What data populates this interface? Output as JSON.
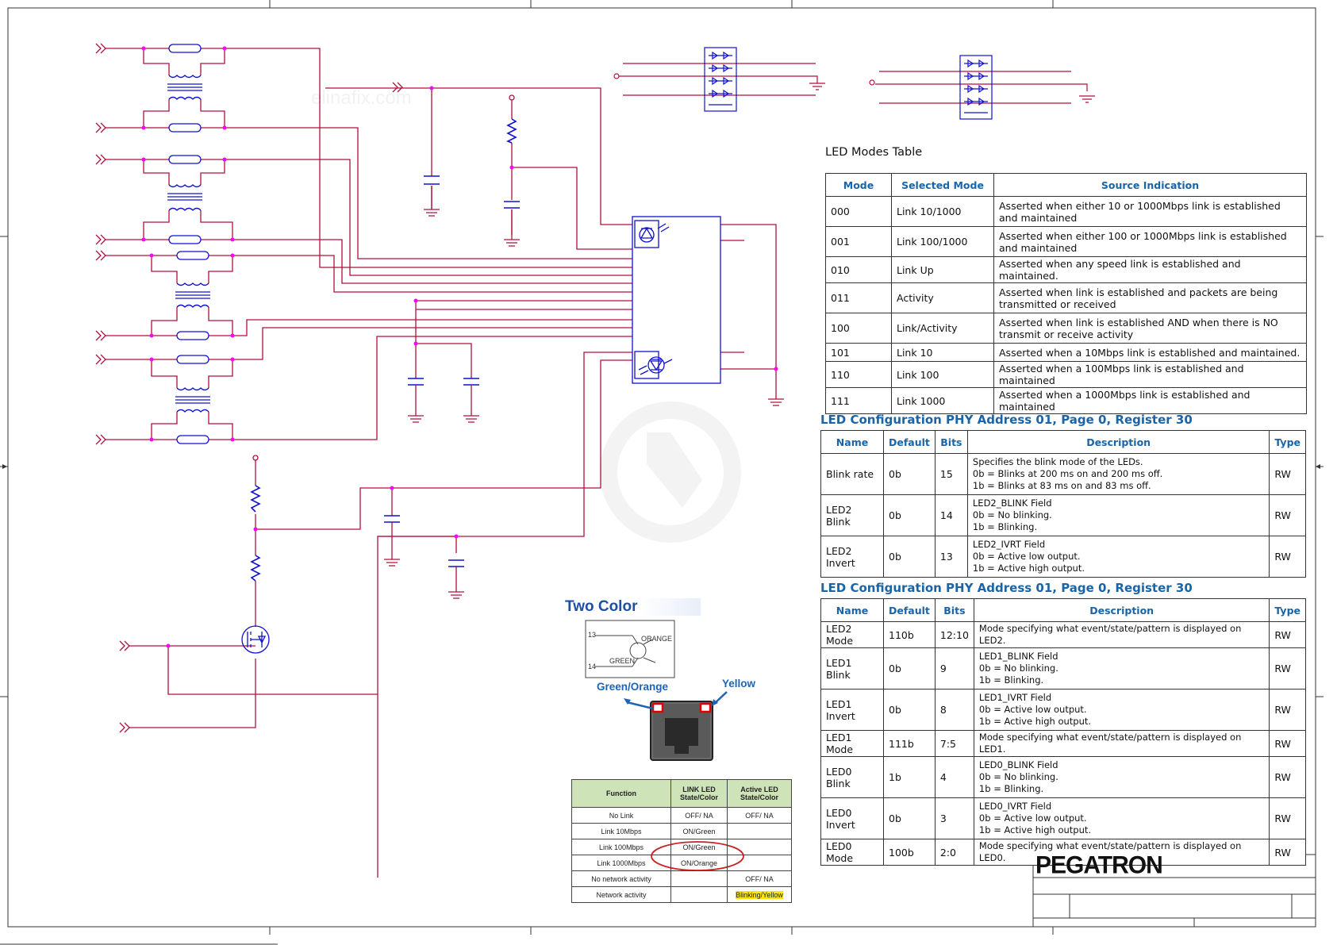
{
  "watermark": "elinafix.com",
  "led_modes": {
    "caption": "LED Modes Table",
    "headers": [
      "Mode",
      "Selected Mode",
      "Source Indication"
    ],
    "rows": [
      [
        "000",
        "Link 10/1000",
        "Asserted when either 10 or 1000Mbps link is established and maintained"
      ],
      [
        "001",
        "Link 100/1000",
        "Asserted when either 100 or 1000Mbps link is established and maintained"
      ],
      [
        "010",
        "Link Up",
        "Asserted when any speed link is established and maintained."
      ],
      [
        "011",
        "Activity",
        "Asserted when link is established and packets are being transmitted or received"
      ],
      [
        "100",
        "Link/Activity",
        "Asserted when link is established AND when there is NO transmit or receive activity"
      ],
      [
        "101",
        "Link 10",
        "Asserted when a 10Mbps link is established and maintained."
      ],
      [
        "110",
        "Link 100",
        "Asserted when a 100Mbps link is established and maintained"
      ],
      [
        "111",
        "Link 1000",
        "Asserted when a 1000Mbps link is established and maintained"
      ]
    ]
  },
  "config1": {
    "caption": "LED Configuration PHY Address 01, Page 0, Register 30",
    "headers": [
      "Name",
      "Default",
      "Bits",
      "Description",
      "Type"
    ],
    "rows": [
      [
        "Blink rate",
        "0b",
        "15",
        "Specifies the blink mode of the LEDs.\n0b = Blinks at 200 ms on and 200 ms off.\n1b = Blinks at 83 ms on and 83 ms off.",
        "RW"
      ],
      [
        "LED2 Blink",
        "0b",
        "14",
        "LED2_BLINK Field\n0b = No blinking.\n1b = Blinking.",
        "RW"
      ],
      [
        "LED2 Invert",
        "0b",
        "13",
        "LED2_IVRT Field\n0b = Active low output.\n1b = Active high output.",
        "RW"
      ]
    ]
  },
  "config2": {
    "caption": "LED Configuration PHY Address 01, Page 0, Register 30",
    "headers": [
      "Name",
      "Default",
      "Bits",
      "Description",
      "Type"
    ],
    "rows": [
      [
        "LED2 Mode",
        "110b",
        "12:10",
        "Mode specifying what event/state/pattern is displayed on LED2.",
        "RW"
      ],
      [
        "LED1 Blink",
        "0b",
        "9",
        "LED1_BLINK Field\n0b = No blinking.\n1b = Blinking.",
        "RW"
      ],
      [
        "LED1 Invert",
        "0b",
        "8",
        "LED1_IVRT Field\n0b = Active low output.\n1b = Active high output.",
        "RW"
      ],
      [
        "LED1 Mode",
        "111b",
        "7:5",
        "Mode specifying what event/state/pattern is displayed on LED1.",
        "RW"
      ],
      [
        "LED0 Blink",
        "1b",
        "4",
        "LED0_BLINK Field\n0b = No blinking.\n1b = Blinking.",
        "RW"
      ],
      [
        "LED0 Invert",
        "0b",
        "3",
        "LED0_IVRT Field\n0b = Active low output.\n1b = Active high output.",
        "RW"
      ],
      [
        "LED0 Mode",
        "100b",
        "2:0",
        "Mode specifying what event/state/pattern is displayed on LED0.",
        "RW"
      ]
    ]
  },
  "two_color": {
    "title": "Two Color",
    "pin_top": "13",
    "pin_bottom": "14",
    "orange": "ORANGE",
    "green": "GREEN",
    "label_left": "Green/Orange",
    "label_right": "Yellow"
  },
  "func_table": {
    "headers": [
      "Function",
      "LINK LED State/Color",
      "Active LED State/Color"
    ],
    "rows": [
      [
        "No Link",
        "OFF/ NA",
        "OFF/ NA"
      ],
      [
        "Link 10Mbps",
        "ON/Green",
        ""
      ],
      [
        "Link 100Mbps",
        "ON/Green",
        ""
      ],
      [
        "Link 1000Mbps",
        "ON/Orange",
        ""
      ],
      [
        "No network activity",
        "",
        "OFF/ NA"
      ],
      [
        "Network activity",
        "",
        "Blinking/Yellow"
      ]
    ]
  },
  "brand": "PEGATRON",
  "colors": {
    "wire": "#b0103c",
    "component": "#1010d0",
    "junction": "#ff00ff",
    "header_blue": "#1a64a8"
  }
}
